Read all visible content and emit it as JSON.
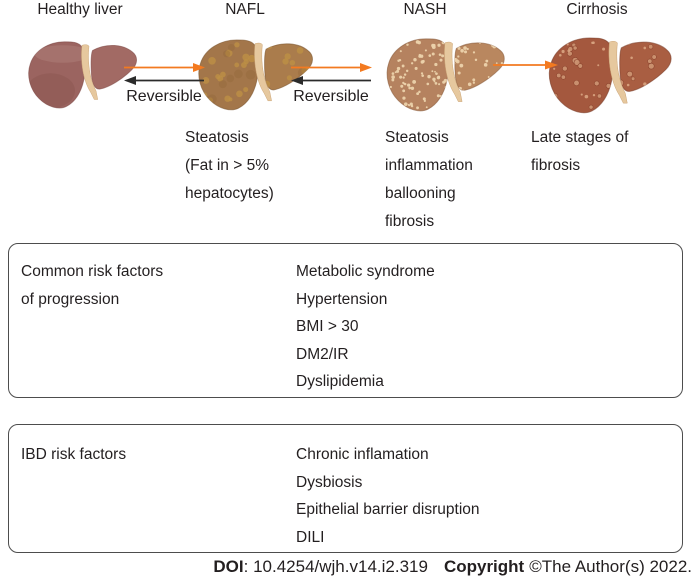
{
  "figure": {
    "stages": [
      {
        "id": "healthy",
        "label": "Healthy liver",
        "description_lines": []
      },
      {
        "id": "nafl",
        "label": "NAFL",
        "description_lines": [
          "Steatosis",
          "(Fat in > 5%",
          "hepatocytes)"
        ]
      },
      {
        "id": "nash",
        "label": "NASH",
        "description_lines": [
          "Steatosis",
          "inflammation",
          "ballooning",
          "fibrosis"
        ]
      },
      {
        "id": "cirrhosis",
        "label": "Cirrhosis",
        "description_lines": [
          "Late stages of",
          "fibrosis"
        ]
      }
    ],
    "transitions": [
      {
        "from": "Healthy liver",
        "to": "NAFL",
        "label": "Reversible"
      },
      {
        "from": "NAFL",
        "to": "NASH",
        "label": "Reversible"
      },
      {
        "from": "NASH",
        "to": "Cirrhosis",
        "label": ""
      }
    ],
    "risk_boxes": [
      {
        "title_lines": [
          "Common risk factors",
          "of progression"
        ],
        "items": [
          "Metabolic syndrome",
          "Hypertension",
          "BMI > 30",
          "DM2/IR",
          "Dyslipidemia"
        ]
      },
      {
        "title_lines": [
          "IBD risk factors"
        ],
        "items": [
          "Chronic inflamation",
          "Dysbiosis",
          "Epithelial barrier disruption",
          "DILI"
        ]
      }
    ],
    "footer": {
      "doi_label": "DOI",
      "doi_sep": ": ",
      "doi_value": "10.4254/wjh.v14.i2.319",
      "copyright_label": "Copyright",
      "copyright_value": "©The Author(s) 2022."
    },
    "colors": {
      "forward_arrow": "#F37A20",
      "reverse_arrow": "#2B2B2B",
      "text": "#231F20",
      "box_border": "#4D4D4D",
      "healthy_liver": "#9B6460",
      "nafl_liver": "#A3764A",
      "nash_liver": "#B5825F",
      "cirrhosis_liver": "#A4583E"
    }
  }
}
